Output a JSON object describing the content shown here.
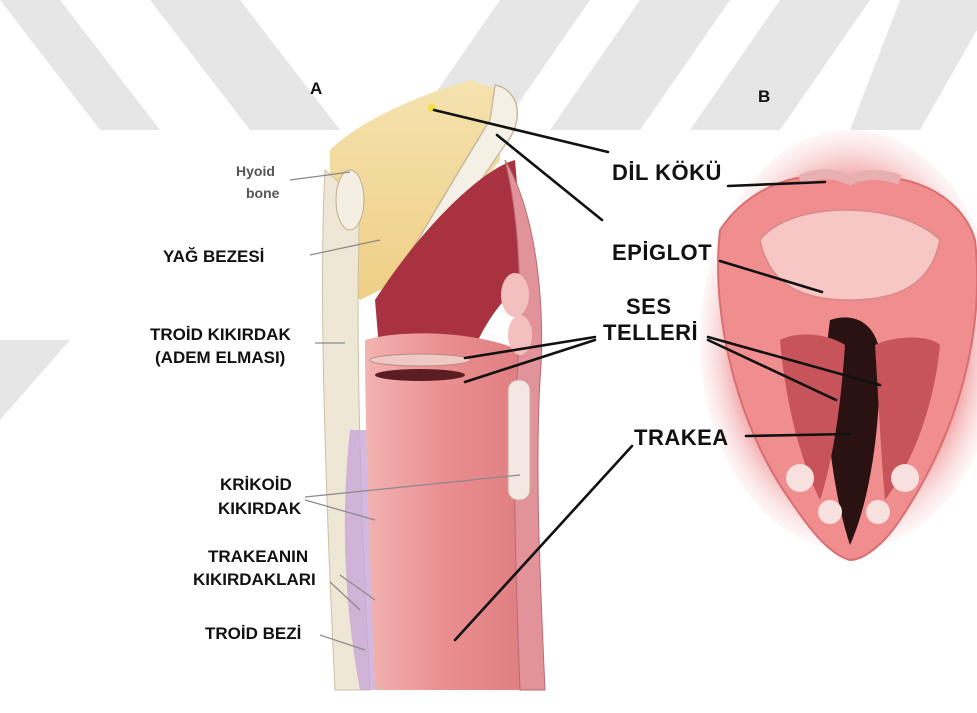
{
  "panels": {
    "a": "A",
    "b": "B"
  },
  "labels_left": {
    "hyoid_line1": "Hyoid",
    "hyoid_line2": "bone",
    "yag_bezesi": "YAĞ BEZESİ",
    "troid_line1": "TROİD KIKIRDAK",
    "troid_line2": "(ADEM ELMASI)",
    "krikoid_line1": "KRİKOİD",
    "krikoid_line2": "KIKIRDAK",
    "trakeanin_line1": "TRAKEANIN",
    "trakeanin_line2": "KIKIRDAKLARI",
    "troid_bezi": "TROİD BEZİ"
  },
  "labels_right": {
    "dil_koku": "DİL KÖKÜ",
    "epiglot": "EPİGLOT",
    "ses_line1": "SES",
    "ses_line2": "TELLERİ",
    "trakea": "TRAKEA"
  },
  "colors": {
    "tissue_pink": "#e98a8e",
    "tissue_dark": "#c0394a",
    "fat_yellow": "#f3d99a",
    "cartilage": "#f4f0e6",
    "watermark": "#e6e6e6"
  }
}
